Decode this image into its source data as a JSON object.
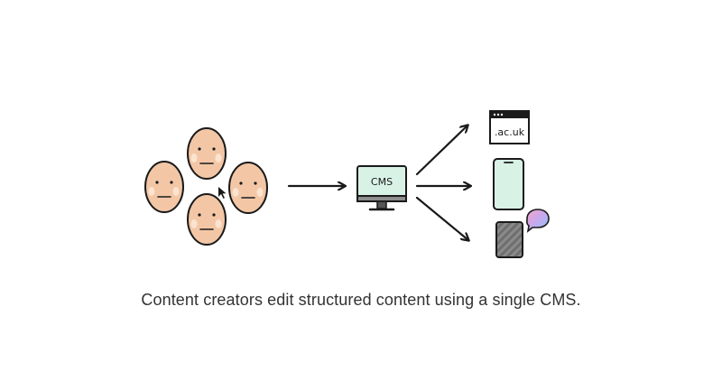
{
  "diagram": {
    "cms_label": "CMS",
    "website_label": ".ac.uk",
    "caption": "Content creators edit structured content using a single CMS."
  },
  "colors": {
    "face_fill": "#f3c7a6",
    "cheek": "#fbe3cf",
    "cms_screen": "#d8f2e6",
    "phone_screen": "#d8f2e6",
    "outline": "#1a1a1a",
    "bubble_gradient_start": "#f4a4c8",
    "bubble_gradient_end": "#8ec9f0"
  },
  "icons": [
    "face-icon",
    "monitor-icon",
    "browser-window-icon",
    "phone-icon",
    "tablet-icon",
    "speech-bubble-icon",
    "arrow-icon",
    "cursor-icon"
  ]
}
